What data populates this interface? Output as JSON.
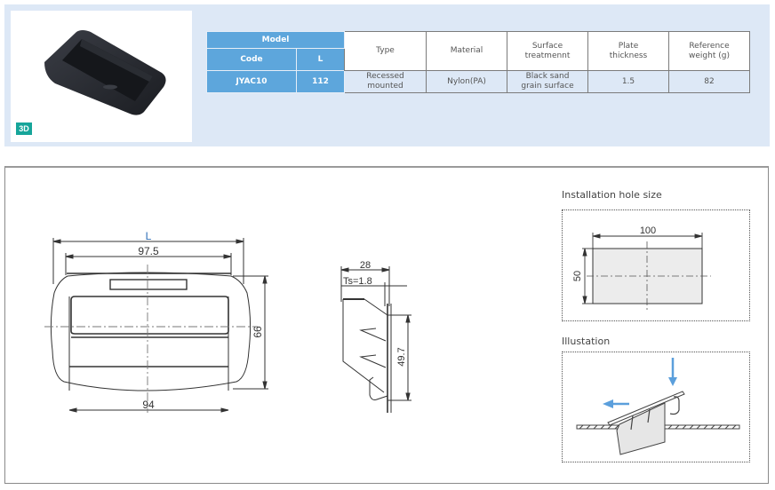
{
  "product_panel": {
    "badge": "3D",
    "image_alt": "recessed-handle-photo"
  },
  "spec_table": {
    "headers": {
      "model": "Model",
      "code": "Code",
      "length": "L",
      "type": "Type",
      "material": "Material",
      "surface": [
        "Surface",
        "treatmennt"
      ],
      "plate": [
        "Plate",
        "thickness"
      ],
      "weight": [
        "Reference",
        "weight (g)"
      ]
    },
    "rows": [
      {
        "code": "JYAC10",
        "length": "112",
        "type": [
          "Recessed",
          "mounted"
        ],
        "material": "Nylon(PA)",
        "surface": [
          "Black sand",
          "grain surface"
        ],
        "plate": "1.5",
        "weight": "82"
      }
    ],
    "colors": {
      "header_blue": "#5da6dc",
      "row_bg": "#dde8f6"
    }
  },
  "front_view": {
    "dim_L": "L",
    "dim_top": "97.5",
    "dim_bottom": "94",
    "dim_height": "66",
    "accent_color": "#2f6fb8"
  },
  "side_view": {
    "dim_depth": "28",
    "dim_ts": "Ts=1.8",
    "dim_height": "49.7"
  },
  "installation": {
    "title": "Installation hole size",
    "dim_width": "100",
    "dim_height": "50"
  },
  "illustration": {
    "title": "Illustation",
    "arrow_color": "#5b9fdc"
  }
}
